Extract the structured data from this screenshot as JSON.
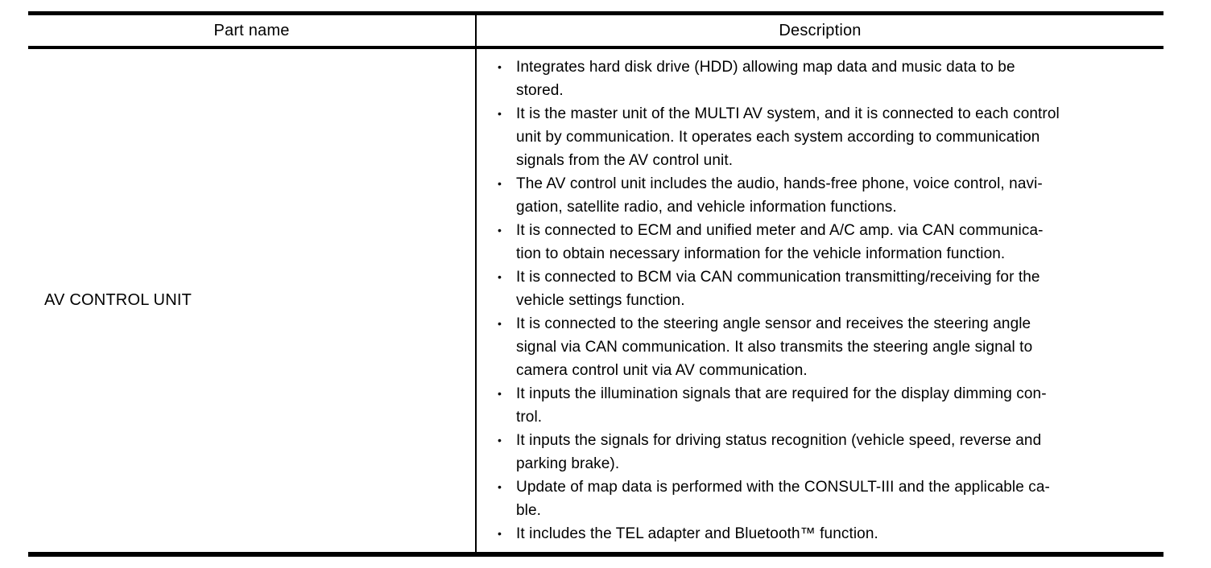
{
  "table": {
    "columns": [
      {
        "label": "Part name"
      },
      {
        "label": "Description"
      }
    ],
    "rows": [
      {
        "part_name": "AV CONTROL UNIT",
        "description_bullets": [
          "Integrates hard disk drive (HDD) allowing map data and music data to be\nstored.",
          "It is the master unit of the MULTI AV system, and it is connected to each control\nunit by communication. It operates each system according to communication\nsignals from the AV control unit.",
          "The AV control unit includes the audio, hands-free phone, voice control, navi-\ngation, satellite radio, and vehicle information functions.",
          "It is connected to ECM and unified meter and A/C amp. via CAN communica-\ntion to obtain necessary information for the vehicle information function.",
          "It is connected to BCM via CAN communication transmitting/receiving for the\nvehicle settings function.",
          "It is connected to the steering angle sensor and receives the steering angle\nsignal via CAN communication. It also transmits the steering angle signal to\ncamera control unit via AV communication.",
          "It inputs the illumination signals that are required for the display dimming con-\ntrol.",
          "It inputs the signals for driving status recognition (vehicle speed, reverse and\nparking brake).",
          "Update of map data is performed with the CONSULT-III and the applicable ca-\nble.",
          "It includes the TEL adapter and Bluetooth™ function."
        ]
      }
    ]
  },
  "icons": {
    "bullet": "•"
  },
  "colors": {
    "border": "#000000",
    "text": "#000000",
    "background": "#ffffff"
  }
}
